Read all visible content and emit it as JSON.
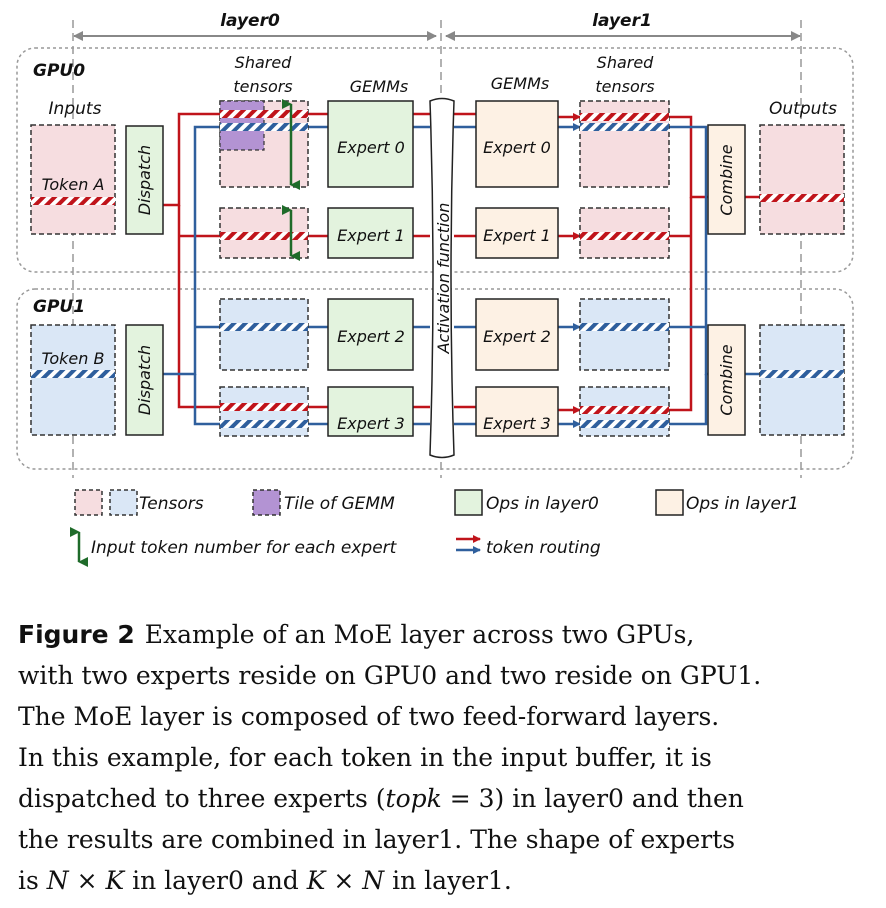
{
  "layers": {
    "layer0": "layer0",
    "layer1": "layer1"
  },
  "gpus": {
    "gpu0": "GPU0",
    "gpu1": "GPU1"
  },
  "headers": {
    "inputs": "Inputs",
    "outputs": "Outputs",
    "shared_tensors": [
      "Shared",
      "tensors"
    ],
    "gemms": "GEMMs"
  },
  "tokens": {
    "a": "Token A",
    "b": "Token B"
  },
  "ops": {
    "dispatch": "Dispatch",
    "combine": "Combine",
    "activation": "Activation function"
  },
  "experts": [
    "Expert 0",
    "Expert 1",
    "Expert 2",
    "Expert 3"
  ],
  "legend": {
    "tensors": "Tensors",
    "tile": "Tile of GEMM",
    "ops_layer0": "Ops in layer0",
    "ops_layer1": "Ops in layer1",
    "token_number": "Input token number for each expert",
    "routing": "token routing"
  },
  "caption": {
    "label": "Figure 2",
    "line1": "Example of an MoE layer across two GPUs,",
    "line2": "with two experts reside on GPU0 and two reside on GPU1.",
    "line3": "The MoE layer is composed of two feed-forward layers.",
    "line4": "In this example, for each token in the input buffer, it is",
    "line5_pre": "dispatched to three experts (",
    "line5_math_var": "topk",
    "line5_math_eq": " = 3",
    "line5_post": ") in layer0 and then",
    "line6": "the results are combined in layer1. The shape of experts",
    "line7_pre": "is ",
    "line7_m1": "N",
    "line7_x1": " × ",
    "line7_m2": "K",
    "line7_mid": " in layer0 and ",
    "line7_m3": "K",
    "line7_x2": " × ",
    "line7_m4": "N",
    "line7_post": " in layer1."
  },
  "colors": {
    "tensor_pink": "#f6dde0",
    "tensor_blue": "#dae7f6",
    "tile_purple": "#b393d3",
    "op_green": "#e3f3de",
    "op_cream": "#fdf1e4",
    "route_red": "#c0141b",
    "route_blue": "#2f5f9d",
    "arrow_green": "#1f6b2a"
  }
}
